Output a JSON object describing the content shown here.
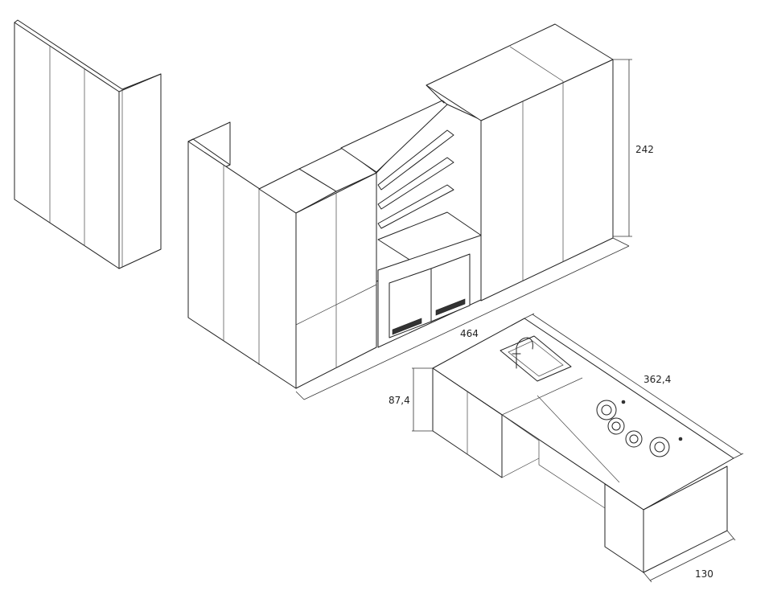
{
  "dimensions": {
    "tall_height": "242",
    "wall_length": "464",
    "island_height": "87,4",
    "island_length": "362,4",
    "island_depth": "130"
  }
}
